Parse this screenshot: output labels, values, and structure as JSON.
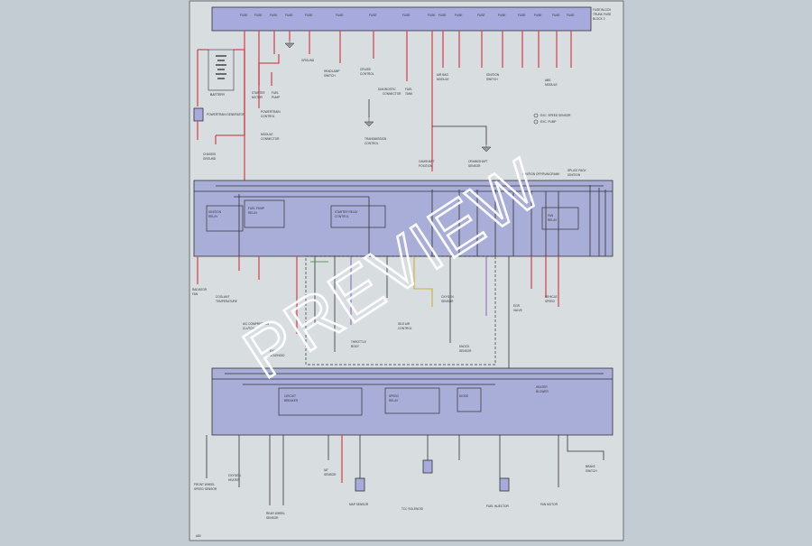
{
  "diagram": {
    "top_box_note": "FUSE BLOCK",
    "legend": {
      "items": [
        "EXC. SPEED SENSOR",
        "EXC. PUMP"
      ]
    },
    "labels": {
      "battery": "BATTERY",
      "generator": "POWERTRAIN GENERATOR",
      "corner_code": "A80"
    },
    "fuses_top": [
      "FUSE",
      "FUSE",
      "FUSE",
      "FUSE",
      "FUSE",
      "FUSE",
      "FUSE",
      "FUSE",
      "FUSE",
      "FUSE",
      "FUSE",
      "FUSE",
      "FUSE",
      "FUSE",
      "FUSE",
      "FUSE",
      "FUSE"
    ],
    "mid_note": "IGNITION OFF/RUN/CRANK",
    "bottom_note": "HEATER",
    "watermark": "PREVIEW"
  }
}
